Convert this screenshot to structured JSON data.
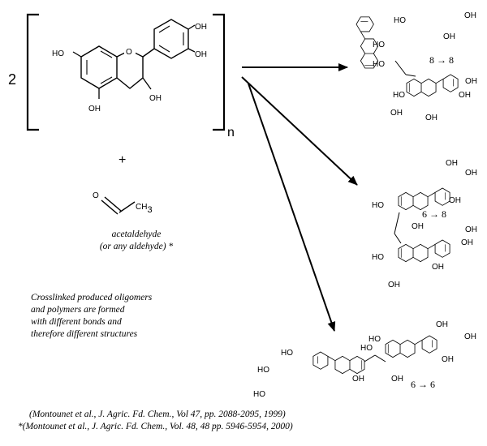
{
  "reactant": {
    "multiplier": "2",
    "subscript": "n",
    "plus": "+",
    "groups": {
      "ho": "HO",
      "oh": "OH",
      "o": "O"
    }
  },
  "aldehyde": {
    "o": "O",
    "ch3": "CH",
    "ch3_sub": "3",
    "name_line1": "acetaldehyde",
    "name_line2": "(or any aldehyde) *"
  },
  "description": [
    "Crosslinked produced oligomers",
    "and polymers are formed",
    "with different bonds and",
    "therefore different structures"
  ],
  "products": [
    {
      "bond_from": "8",
      "bond_to": "8"
    },
    {
      "bond_from": "6",
      "bond_to": "8"
    },
    {
      "bond_from": "6",
      "bond_to": "6"
    }
  ],
  "references": [
    "(Montounet et al., J. Agric. Fd. Chem., Vol 47, pp. 2088-2095, 1999)",
    "*(Montounet et al., J. Agric. Fd. Chem., Vol. 48, 48 pp. 5946-5954, 2000)"
  ],
  "colors": {
    "ink": "#000000",
    "background": "#ffffff"
  }
}
